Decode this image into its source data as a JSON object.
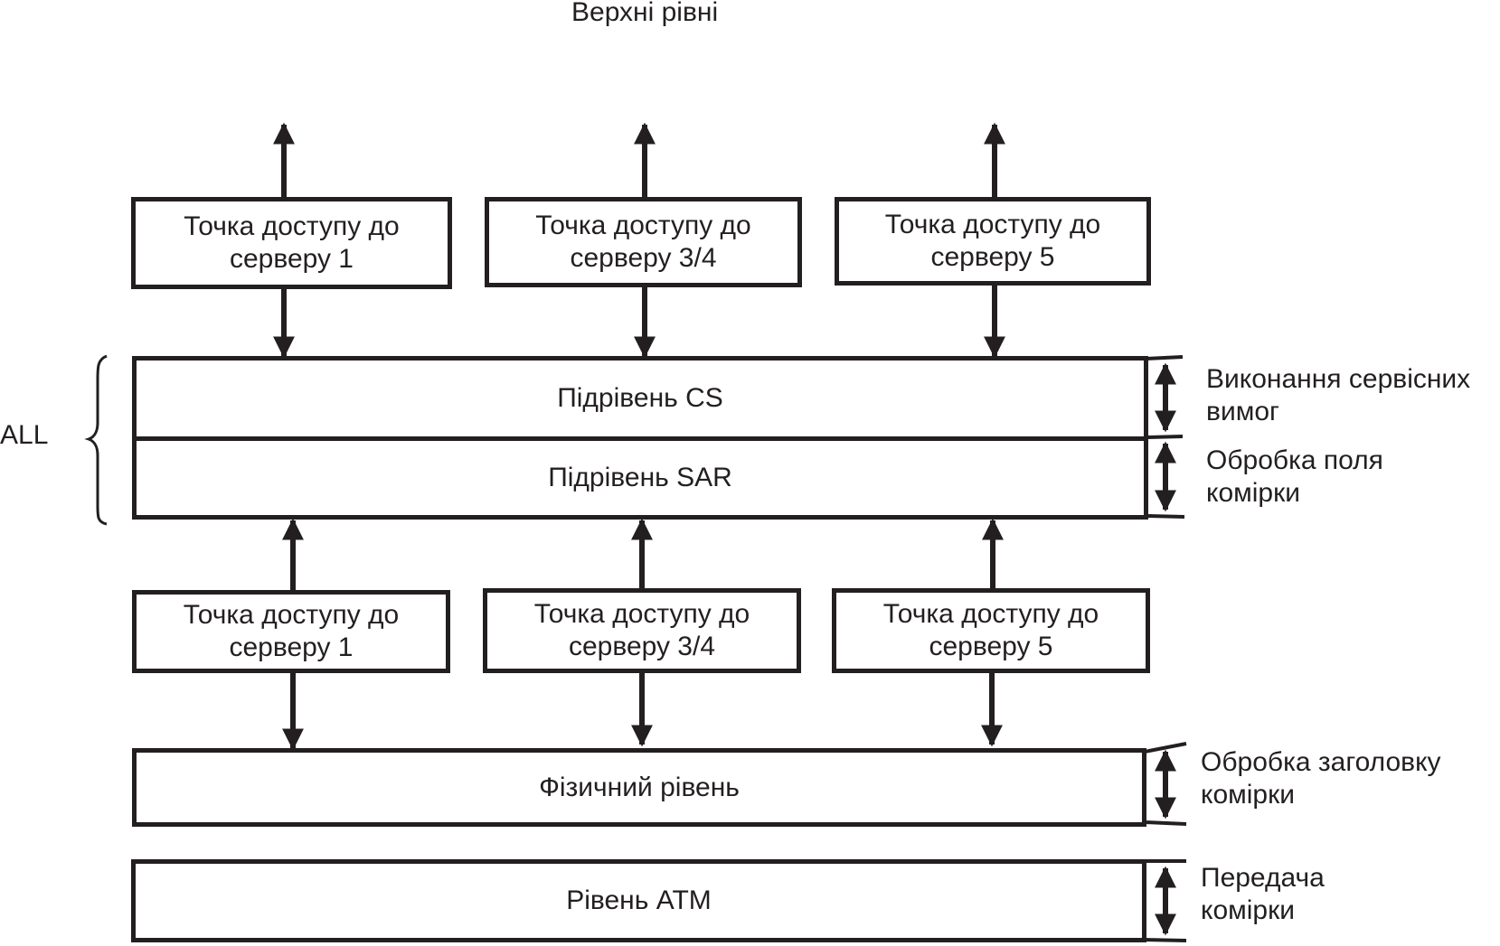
{
  "title": "Верхні рівні",
  "upper_access_points": [
    {
      "line1": "Точка доступу до",
      "line2": "серверу 1"
    },
    {
      "line1": "Точка доступу до",
      "line2": "серверу 3/4"
    },
    {
      "line1": "Точка доступу до",
      "line2": "серверу 5"
    }
  ],
  "lower_access_points": [
    {
      "line1": "Точка доступу до",
      "line2": "серверу 1"
    },
    {
      "line1": "Точка доступу до",
      "line2": "серверу 3/4"
    },
    {
      "line1": "Точка доступу до",
      "line2": "серверу 5"
    }
  ],
  "layers": {
    "cs": "Підрівень CS",
    "sar": "Підрівень SAR",
    "physical": "Фізичний рівень",
    "atm": "Рівень ATM"
  },
  "group_label": "ALL",
  "side_notes": {
    "cs": {
      "line1": "Виконання сервісних",
      "line2": "вимог"
    },
    "sar": {
      "line1": "Обробка поля",
      "line2": "комірки"
    },
    "physical": {
      "line1": "Обробка заголовку",
      "line2": "комірки"
    },
    "atm": {
      "line1": "Передача",
      "line2": "комірки"
    }
  }
}
